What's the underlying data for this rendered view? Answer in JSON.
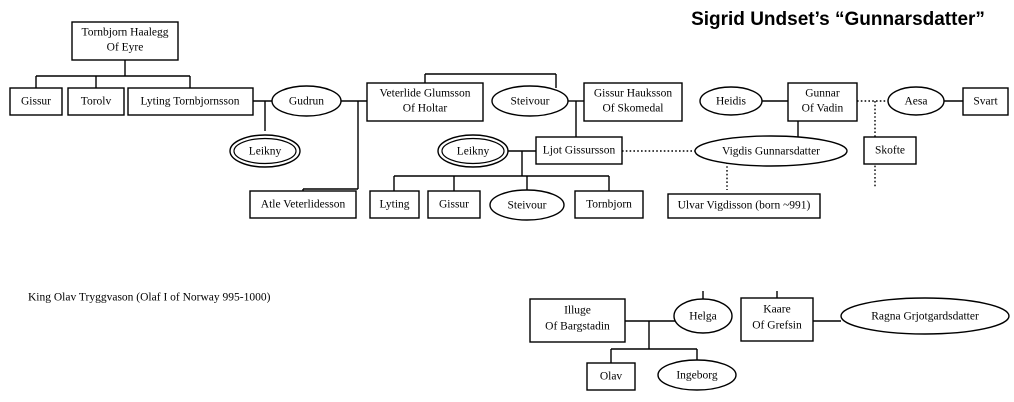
{
  "title": "Sigrid Undset’s “Gunnarsdatter”",
  "note": "King Olav Tryggvason (Olaf I of Norway 995-1000)",
  "colors": {
    "background": "#ffffff",
    "stroke": "#000000",
    "text": "#000000",
    "fill": "#ffffff"
  },
  "nodes": {
    "tornbjorn_haalegg": {
      "line1": "Tornbjorn Haalegg",
      "line2": "Of Eyre"
    },
    "gissur_1": {
      "line1": "Gissur"
    },
    "torolv": {
      "line1": "Torolv"
    },
    "lyting_tornbjornsson": {
      "line1": "Lyting Tornbjornsson"
    },
    "gudrun": {
      "line1": "Gudrun"
    },
    "leikny_1": {
      "line1": "Leikny"
    },
    "veterlide_glumsson": {
      "line1": "Veterlide Glumsson",
      "line2": "Of Holtar"
    },
    "steivour_1": {
      "line1": "Steivour"
    },
    "gissur_hauksson": {
      "line1": "Gissur Hauksson",
      "line2": "Of Skomedal"
    },
    "leikny_2": {
      "line1": "Leikny"
    },
    "ljot_gissursson": {
      "line1": "Ljot Gissursson"
    },
    "atle_veterlidesson": {
      "line1": "Atle Veterlidesson"
    },
    "lyting_2": {
      "line1": "Lyting"
    },
    "gissur_2": {
      "line1": "Gissur"
    },
    "steivour_2": {
      "line1": "Steivour"
    },
    "tornbjorn_2": {
      "line1": "Tornbjorn"
    },
    "heidis": {
      "line1": "Heidis"
    },
    "gunnar_of_vadin": {
      "line1": "Gunnar",
      "line2": "Of Vadin"
    },
    "aesa": {
      "line1": "Aesa"
    },
    "svart": {
      "line1": "Svart"
    },
    "vigdis_gunnarsdatter": {
      "line1": "Vigdis Gunnarsdatter"
    },
    "skofte": {
      "line1": "Skofte"
    },
    "ulvar_vigdisson": {
      "line1": "Ulvar Vigdisson (born ~991)"
    },
    "illuge_of_bargstadin": {
      "line1": "Illuge",
      "line2": "Of Bargstadin"
    },
    "helga": {
      "line1": "Helga"
    },
    "kaare_of_grefsin": {
      "line1": "Kaare",
      "line2": "Of Grefsin"
    },
    "ragna_grjotgardsdatter": {
      "line1": "Ragna Grjotgardsdatter"
    },
    "olav": {
      "line1": "Olav"
    },
    "ingeborg": {
      "line1": "Ingeborg"
    }
  }
}
